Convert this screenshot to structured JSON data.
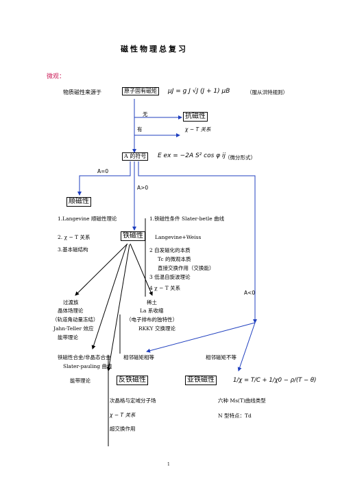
{
  "title": "磁性物理总复习",
  "section": "微观：",
  "source_line": {
    "prefix": "物质磁性来源于",
    "box": "原子固有磁矩",
    "formula": "μJ = g J √J (J + 1) μB",
    "note": "（服从洪特规则）"
  },
  "branch_none": "无",
  "branch_has": "有",
  "diamagnetism": "抗磁性",
  "chi_T_relation": "χ − T  关系",
  "A_sign": {
    "box": "A 的符号",
    "formula": "E ex = −2A S² cos φ ij",
    "note": "（微分形式）"
  },
  "A_eq0": "A=0",
  "A_gt0": "A>0",
  "A_lt0": "A<0",
  "paramagnetism": "顺磁性",
  "ferromagnetism": "铁磁性",
  "antiferromagnetism": "反铁磁性",
  "ferrimagnetism": "亚铁磁性",
  "para_items": [
    "1.Langevine 顺磁性理论",
    "2. χ − T  关系",
    "3.基本磁结构"
  ],
  "ferro_items": [
    "1.铁磁性条件 Slater-betle 曲线",
    "Langevine+Weiss",
    "2   自发磁化的本质",
    "Tc 的微观本质",
    "直接交换作用（交换能）",
    "3  低温自旋波理论",
    "4  χ − T  关系"
  ],
  "transition": [
    "过渡族",
    "晶体场理论",
    "（轨道角动量冻结）",
    "Jahn-Teller 效应",
    "能带理论"
  ],
  "rare_earth": [
    "稀土",
    "La 系收缩",
    "（电子排布的独特性）",
    "RKKY 交换理论"
  ],
  "alloy": [
    "铁磁性合金/非晶态合金",
    "Slater-pauling 曲线"
  ],
  "band_theory": "能带理论",
  "moment_equal": "相邻磁矩相等",
  "moment_unequal": "相邻磁矩不等",
  "afm_items": [
    "次晶格与定域分子场",
    "χ − T  关系",
    "超交换作用"
  ],
  "fi_formula": "1/χ = T/C + 1/χ0 − ρ/(T − θ)",
  "fi_items": [
    "六种 Ms(T)曲线类型",
    "N 型特点：Td"
  ],
  "page_number": "1"
}
